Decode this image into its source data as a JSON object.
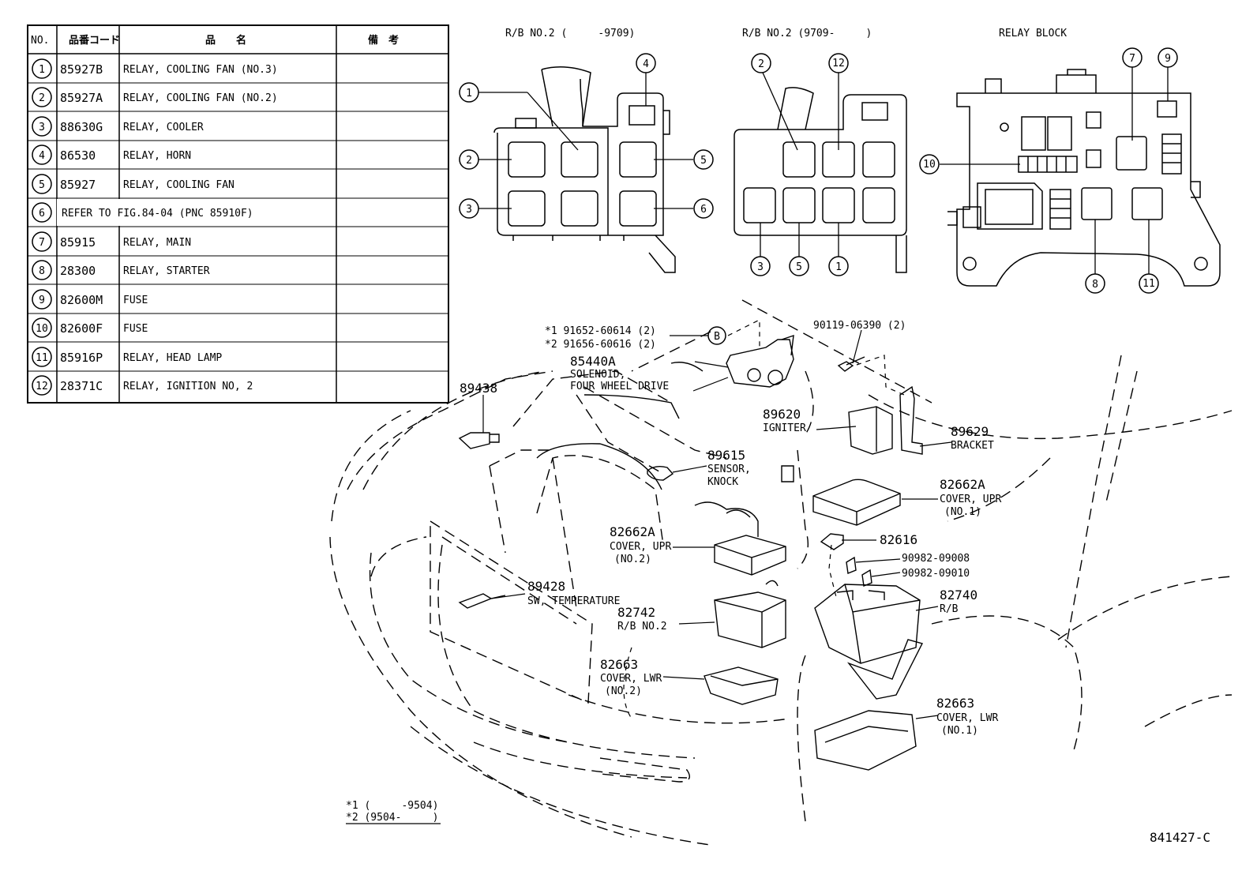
{
  "table": {
    "headers": [
      "NO.",
      "品番コード",
      "品　　名",
      "備　考"
    ],
    "rows": [
      {
        "no": "1",
        "code": "85927B",
        "name": "RELAY, COOLING FAN (NO.3)"
      },
      {
        "no": "2",
        "code": "85927A",
        "name": "RELAY, COOLING FAN (NO.2)"
      },
      {
        "no": "3",
        "code": "88630G",
        "name": "RELAY, COOLER"
      },
      {
        "no": "4",
        "code": "86530",
        "name": "RELAY, HORN"
      },
      {
        "no": "5",
        "code": "85927",
        "name": "RELAY, COOLING FAN"
      },
      {
        "no": "6",
        "code": "",
        "name": "REFER TO FIG.84-04  (PNC 85910F)"
      },
      {
        "no": "7",
        "code": "85915",
        "name": "RELAY, MAIN"
      },
      {
        "no": "8",
        "code": "28300",
        "name": "RELAY, STARTER"
      },
      {
        "no": "9",
        "code": "82600M",
        "name": "FUSE"
      },
      {
        "no": "10",
        "code": "82600F",
        "name": "FUSE"
      },
      {
        "no": "11",
        "code": "85916P",
        "name": "RELAY, HEAD LAMP"
      },
      {
        "no": "12",
        "code": "28371C",
        "name": "RELAY, IGNITION NO, 2"
      }
    ]
  },
  "titles": {
    "rb_old": "R/B NO.2 (     -9709)",
    "rb_new": "R/B NO.2 (9709-     )",
    "relay_block": "RELAY BLOCK"
  },
  "callouts": {
    "c1": "1",
    "c2": "2",
    "c3": "3",
    "c4": "4",
    "c5": "5",
    "c6": "6",
    "c7": "7",
    "c8": "8",
    "c9": "9",
    "c10": "10",
    "c11": "11",
    "c12": "12",
    "cb": "B"
  },
  "parts": {
    "p1a": "*1 91652-60614 (2)",
    "p1b": "*2 91656-60616 (2)",
    "p2": "90119-06390 (2)",
    "p3code": "85440A",
    "p3n1": "SOLENOID,",
    "p3n2": "FOUR WHEEL DRIVE",
    "p4code": "89438",
    "p5code": "89620",
    "p5name": "IGNITER",
    "p6code": "89629",
    "p6name": "BRACKET",
    "p7code": "89615",
    "p7n1": "SENSOR,",
    "p7n2": "KNOCK",
    "p8code": "82662A",
    "p8n1": "COVER, UPR",
    "p8n2": "(NO.1)",
    "p9code": "82662A",
    "p9n1": "COVER, UPR",
    "p9n2": "(NO.2)",
    "p10code": "82616",
    "p11": "90982-09008",
    "p12": "90982-09010",
    "p13code": "89428",
    "p13name": "SW, TEMPERATURE",
    "p14code": "82740",
    "p14name": "R/B",
    "p15code": "82742",
    "p15name": "R/B NO.2",
    "p16code": "82663",
    "p16n1": "COVER, LWR",
    "p16n2": "(NO.2)",
    "p17code": "82663",
    "p17n1": "COVER, LWR",
    "p17n2": "(NO.1)"
  },
  "footnotes": {
    "f1": "*1 (     -9504)",
    "f2": "*2 (9504-     )"
  },
  "figure_id": "841427-C"
}
